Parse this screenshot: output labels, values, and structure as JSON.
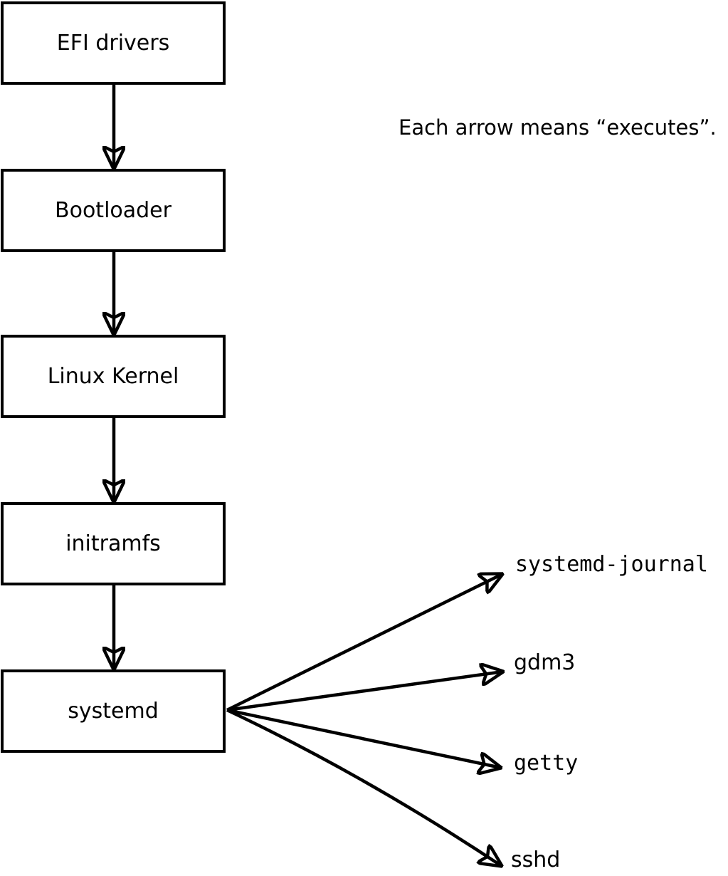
{
  "diagram": {
    "caption": "Each arrow means “executes”.",
    "arrow_meaning": "executes",
    "boot_chain": [
      {
        "id": "efi-drivers",
        "label": "EFI drivers"
      },
      {
        "id": "bootloader",
        "label": "Bootloader"
      },
      {
        "id": "linux-kernel",
        "label": "Linux Kernel"
      },
      {
        "id": "initramfs",
        "label": "initramfs"
      },
      {
        "id": "systemd",
        "label": "systemd"
      }
    ],
    "spawned_services": [
      {
        "id": "systemd-journal",
        "label": "systemd-journal"
      },
      {
        "id": "gdm3",
        "label": "gdm3"
      },
      {
        "id": "getty",
        "label": "getty"
      },
      {
        "id": "sshd",
        "label": "sshd"
      }
    ],
    "edges": [
      {
        "from": "EFI drivers",
        "to": "Bootloader",
        "relation": "executes"
      },
      {
        "from": "Bootloader",
        "to": "Linux Kernel",
        "relation": "executes"
      },
      {
        "from": "Linux Kernel",
        "to": "initramfs",
        "relation": "executes"
      },
      {
        "from": "initramfs",
        "to": "systemd",
        "relation": "executes"
      },
      {
        "from": "systemd",
        "to": "systemd-journal",
        "relation": "executes"
      },
      {
        "from": "systemd",
        "to": "gdm3",
        "relation": "executes"
      },
      {
        "from": "systemd",
        "to": "getty",
        "relation": "executes"
      },
      {
        "from": "systemd",
        "to": "sshd",
        "relation": "executes"
      }
    ],
    "colors": {
      "line": "#000000",
      "box_border": "#000000",
      "box_fill": "#ffffff",
      "background": "#ffffff",
      "text": "#000000"
    }
  }
}
